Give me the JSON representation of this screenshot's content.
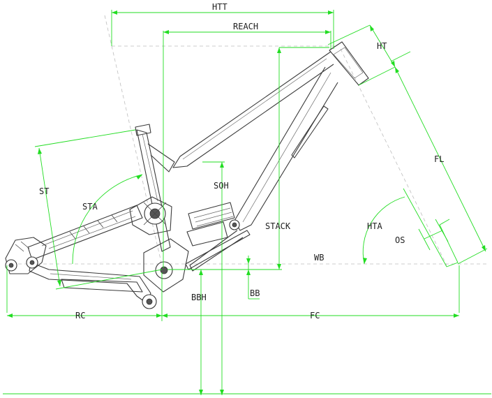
{
  "labels": {
    "htt": "HTT",
    "reach": "REACH",
    "ht": "HT",
    "fl": "FL",
    "st": "ST",
    "sta": "STA",
    "soh": "SOH",
    "stack": "STACK",
    "hta": "HTA",
    "os": "OS",
    "wb": "WB",
    "bb": "BB",
    "bbh": "BBH",
    "rc": "RC",
    "fc": "FC"
  },
  "colors": {
    "dimension": "#22dd22",
    "frame": "#3a3a3a",
    "reference": "#bdbdbd",
    "background": "#ffffff"
  }
}
